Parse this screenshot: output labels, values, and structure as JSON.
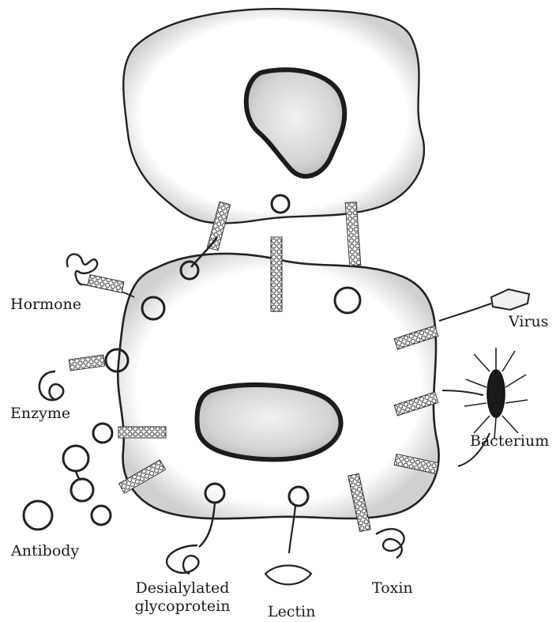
{
  "labels": {
    "hormone": "Hormone",
    "enzyme": "Enzyme",
    "antibody": "Antibody",
    "desialylated_line1": "Desialylated",
    "desialylated_line2": "glycoprotein",
    "lectin": "Lectin",
    "toxin": "Toxin",
    "bacterium": "Bacterium",
    "virus": "Virus"
  },
  "colors": {
    "outline": "#222222",
    "nucleus_edge": "#1c1c1c",
    "nucleus_fill": "#d9d9d9",
    "membrane_shade": "#9a9a9a",
    "bead": "#555555"
  }
}
